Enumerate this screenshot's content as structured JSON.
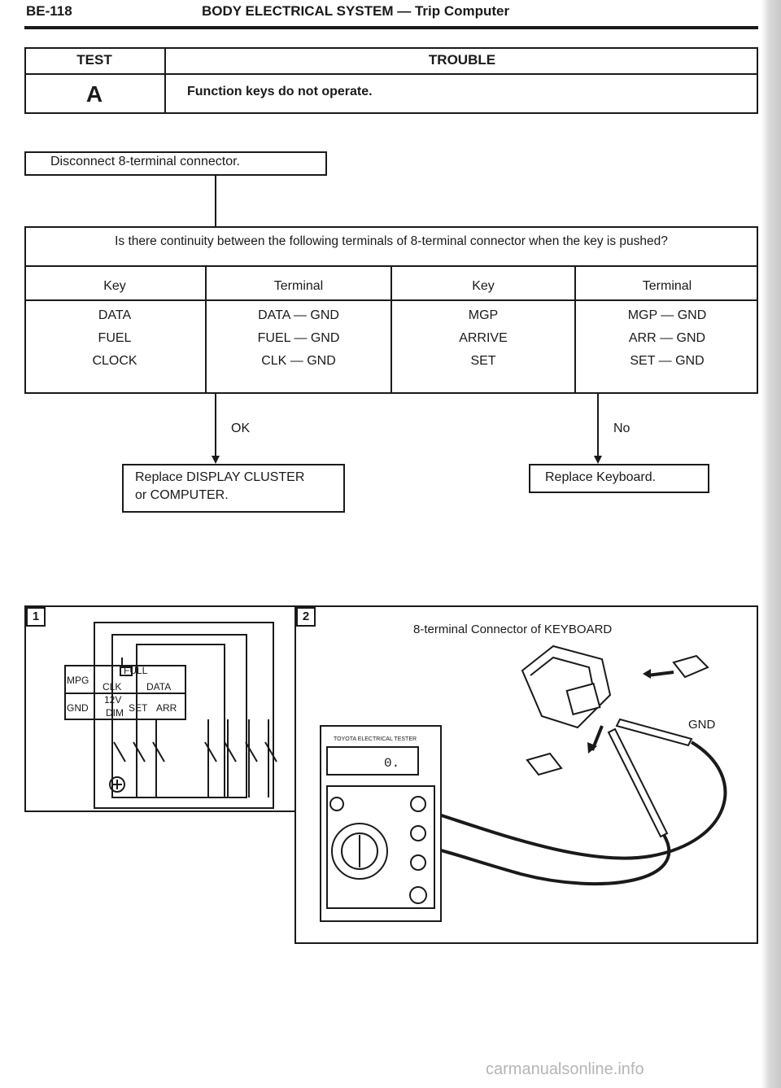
{
  "page": {
    "page_number": "BE-118",
    "header": "BODY ELECTRICAL SYSTEM — Trip Computer"
  },
  "test_table": {
    "col_test": "TEST",
    "col_trouble": "TROUBLE",
    "test_value": "A",
    "trouble_value": "Function keys do not operate."
  },
  "flow": {
    "step1": "Disconnect 8-terminal connector.",
    "question": "Is there continuity between the following terminals of 8-terminal connector when the key is pushed?",
    "table": {
      "headers": [
        "Key",
        "Terminal",
        "Key",
        "Terminal"
      ],
      "col1": [
        "DATA",
        "FUEL",
        "CLOCK"
      ],
      "col2": [
        "DATA — GND",
        "FUEL — GND",
        "CLK — GND"
      ],
      "col3": [
        "MGP",
        "ARRIVE",
        "SET"
      ],
      "col4": [
        "MGP — GND",
        "ARR — GND",
        "SET — GND"
      ]
    },
    "ok_label": "OK",
    "no_label": "No",
    "ok_result_line1": "Replace DISPLAY CLUSTER",
    "ok_result_line2": "or COMPUTER.",
    "no_result": "Replace Keyboard."
  },
  "figures": {
    "fig1_number": "1",
    "fig2_number": "2",
    "fig2_title": "8-terminal Connector of KEYBOARD",
    "gnd_label": "GND",
    "connector_labels": [
      "MPG",
      "FULL",
      "CLK",
      "DATA",
      "GND",
      "12V",
      "DIM",
      "SET",
      "ARR"
    ],
    "tester_brand": "TOYOTA ELECTRICAL TESTER"
  },
  "watermark": "carmanualsonline.info"
}
